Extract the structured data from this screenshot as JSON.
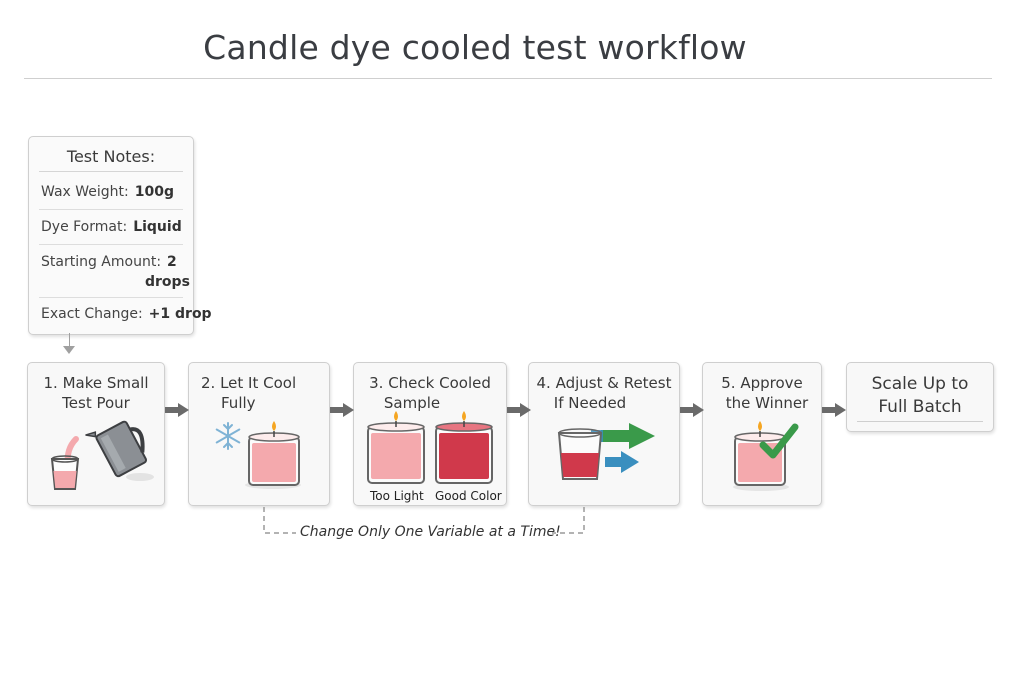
{
  "title": "Candle dye cooled test workflow",
  "notes": {
    "heading": "Test Notes:",
    "rows": [
      {
        "label": "Wax Weight:",
        "value": "100g"
      },
      {
        "label": "Dye Format:",
        "value": "Liquid"
      },
      {
        "label": "Starting Amount:",
        "value": "2",
        "value_cont": "drops"
      },
      {
        "label": "Exact Change:",
        "value": "+1 drop"
      }
    ]
  },
  "steps": [
    {
      "line1": "1. Make Small",
      "line2": "Test Pour",
      "icon": "pitcher-pouring-icon"
    },
    {
      "line1": "2. Let It Cool",
      "line2": "Fully",
      "icon": "snowflake-candle-icon"
    },
    {
      "line1": "3. Check Cooled",
      "line2": "Sample",
      "icon": "candle-comparison-icon",
      "captions": [
        "Too Light",
        "Good Color"
      ]
    },
    {
      "line1": "4. Adjust & Retest",
      "line2": "If Needed",
      "icon": "arrows-cup-icon"
    },
    {
      "line1": "5. Approve",
      "line2": "the Winner",
      "icon": "checkmark-candle-icon"
    }
  ],
  "final_step": {
    "line1": "Scale Up to",
    "line2": "Full Batch"
  },
  "footnote": "Change Only One Variable at a Time!",
  "colors": {
    "candle_light": "#f4a9ad",
    "candle_dark": "#d0394b",
    "arrow_green": "#3a9a4a",
    "arrow_blue": "#3a8fbf",
    "check_green": "#3a9a4a",
    "arrow_gray": "#6a6a6a"
  }
}
